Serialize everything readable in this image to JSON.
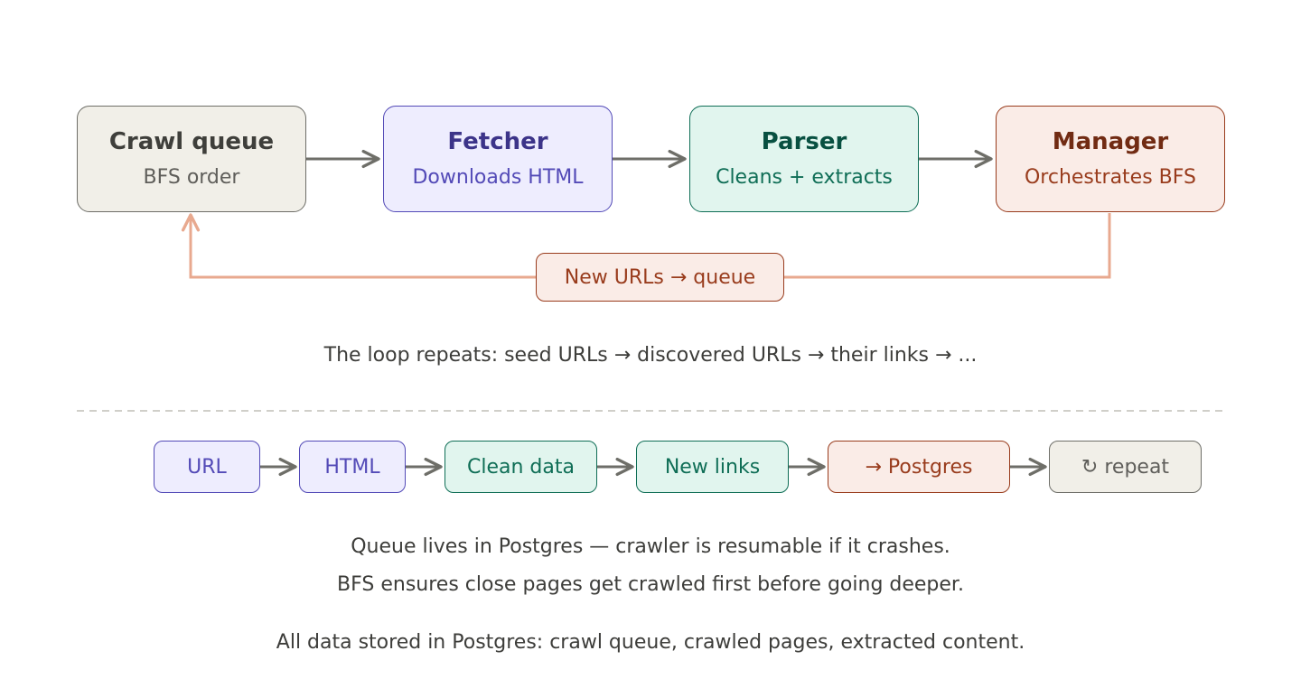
{
  "pipeline": [
    {
      "title": "Crawl queue",
      "subtitle": "BFS order",
      "color": "#f1efe8"
    },
    {
      "title": "Fetcher",
      "subtitle": "Downloads HTML",
      "color": "#eeedfe"
    },
    {
      "title": "Parser",
      "subtitle": "Cleans + extracts",
      "color": "#e1f5ee"
    },
    {
      "title": "Manager",
      "subtitle": "Orchestrates BFS",
      "color": "#faece7"
    }
  ],
  "feedback": {
    "label": "New URLs → queue",
    "color": "#e8a98f"
  },
  "loop_note": "The loop repeats: seed URLs → discovered URLs → their links → ...",
  "flow": [
    {
      "label": "URL"
    },
    {
      "label": "HTML"
    },
    {
      "label": "Clean data"
    },
    {
      "label": "New links"
    },
    {
      "label": "→ Postgres"
    },
    {
      "label": "↻ repeat"
    }
  ],
  "notes": [
    "Queue lives in Postgres — crawler is resumable if it crashes.",
    "BFS ensures close pages get crawled first before going deeper.",
    "All data stored in Postgres: crawl queue, crawled pages, extracted content."
  ],
  "colors": {
    "arrow": "#6e6e68",
    "feedback_arrow": "#e8a98f",
    "divider": "#b4b2a9"
  }
}
